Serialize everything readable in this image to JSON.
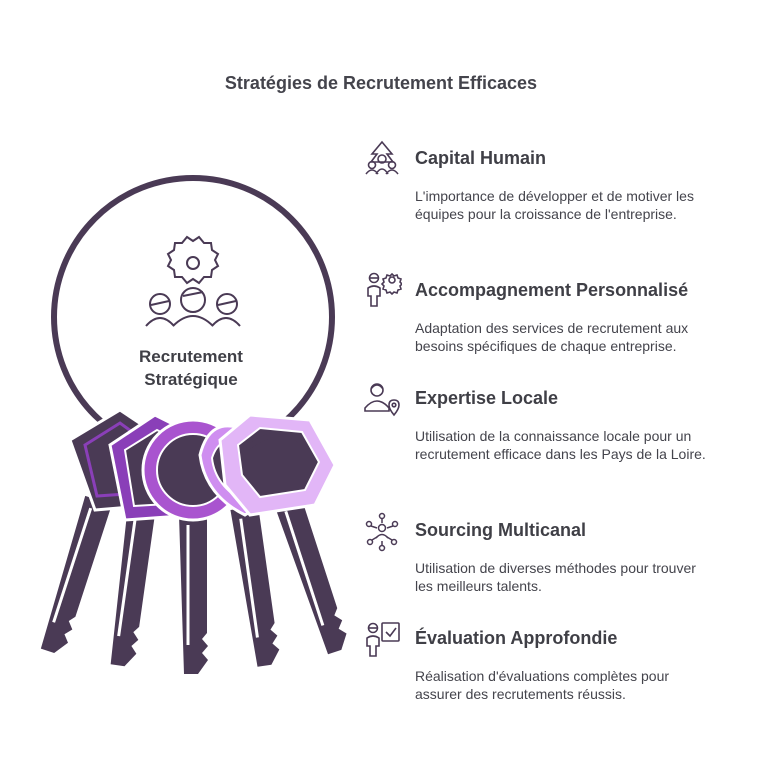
{
  "title": "Stratégies de Recrutement Efficaces",
  "center": {
    "line1": "Recrutement",
    "line2": "Stratégique"
  },
  "items": [
    {
      "heading": "Capital Humain",
      "description": "L'importance de développer et de motiver les équipes pour la croissance de l'entreprise.",
      "icon": "team-growth-icon"
    },
    {
      "heading": "Accompagnement Personnalisé",
      "description": "Adaptation des services de recrutement aux besoins spécifiques de chaque entreprise.",
      "icon": "person-gear-icon"
    },
    {
      "heading": "Expertise Locale",
      "description": "Utilisation de la connaissance locale pour un recrutement efficace dans les Pays de la Loire.",
      "icon": "person-location-icon"
    },
    {
      "heading": "Sourcing Multicanal",
      "description": "Utilisation de diverses méthodes pour trouver les meilleurs talents.",
      "icon": "network-people-icon"
    },
    {
      "heading": "Évaluation Approfondie",
      "description": "Réalisation d'évaluations complètes pour assurer des recrutements réussis.",
      "icon": "person-checklist-icon"
    }
  ],
  "colors": {
    "dark": "#4a3a55",
    "purple": "#8a3fb8",
    "violet": "#a954cf",
    "light": "#cf8ef0",
    "lighter": "#e2b6f7",
    "text": "#3f3f46"
  }
}
